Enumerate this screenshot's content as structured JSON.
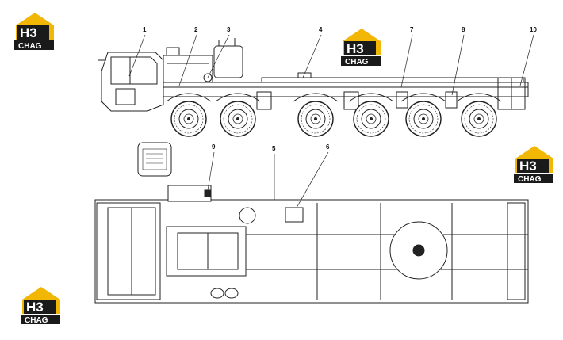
{
  "logo": {
    "mark": "H3",
    "caption": "CHAG",
    "brand_color": "#f2b705",
    "dark_color": "#1a1a1a"
  },
  "callouts": [
    "1",
    "2",
    "3",
    "4",
    "7",
    "8",
    "10",
    "9",
    "5",
    "6"
  ],
  "colors": {
    "line": "#222222",
    "paper": "#ffffff"
  }
}
